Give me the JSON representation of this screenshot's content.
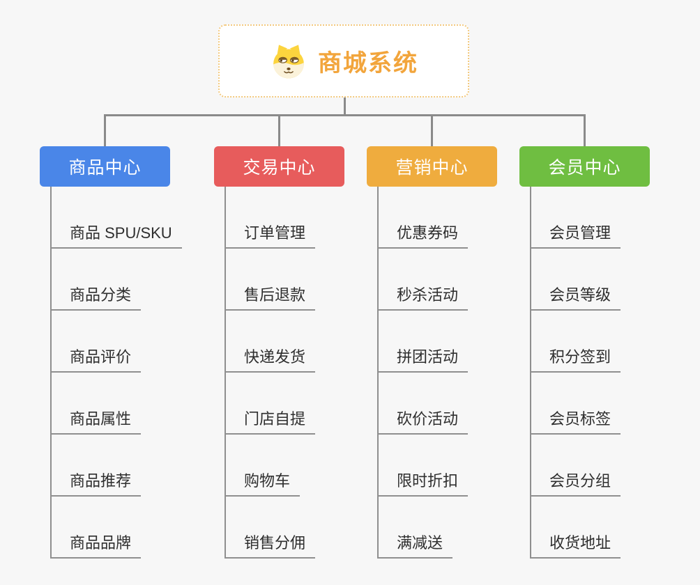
{
  "root": {
    "title": "商城系统",
    "icon": "shiba-dog-icon",
    "title_color": "#f2a53c",
    "border_color": "#f3c97e"
  },
  "connector_color": "#8a8a8a",
  "background_color": "#f7f7f7",
  "branches": [
    {
      "label": "商品中心",
      "color": "#4a86e8",
      "items": [
        "商品 SPU/SKU",
        "商品分类",
        "商品评价",
        "商品属性",
        "商品推荐",
        "商品品牌"
      ]
    },
    {
      "label": "交易中心",
      "color": "#e75c5c",
      "items": [
        "订单管理",
        "售后退款",
        "快递发货",
        "门店自提",
        "购物车",
        "销售分佣"
      ]
    },
    {
      "label": "营销中心",
      "color": "#efac3e",
      "items": [
        "优惠券码",
        "秒杀活动",
        "拼团活动",
        "砍价活动",
        "限时折扣",
        "满减送"
      ]
    },
    {
      "label": "会员中心",
      "color": "#6fbe41",
      "items": [
        "会员管理",
        "会员等级",
        "积分签到",
        "会员标签",
        "会员分组",
        "收货地址"
      ]
    }
  ]
}
